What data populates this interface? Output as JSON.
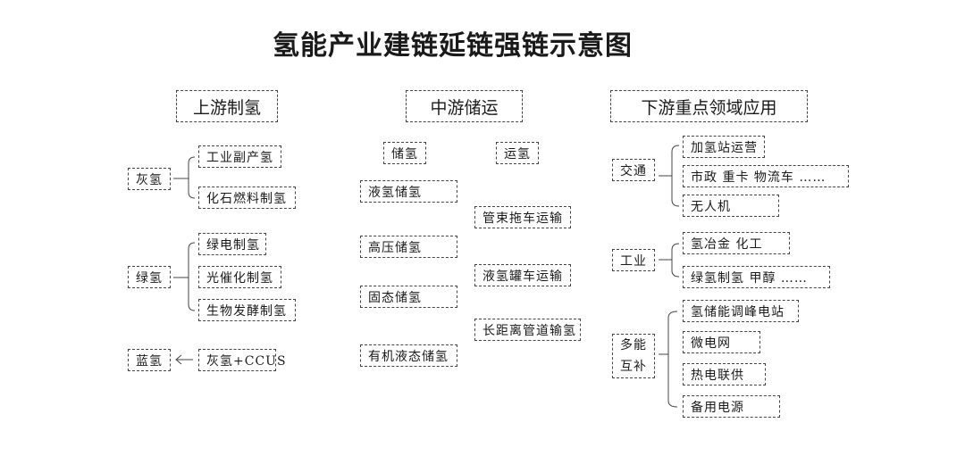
{
  "title": "氢能产业建链延链强链示意图",
  "upstream": {
    "header": "上游制氢",
    "gray": {
      "label": "灰氢",
      "items": [
        "工业副产氢",
        "化石燃料制氢"
      ]
    },
    "green": {
      "label": "绿氢",
      "items": [
        "绿电制氢",
        "光催化制氢",
        "生物发酵制氢"
      ]
    },
    "blue": {
      "label": "蓝氢",
      "source": "灰氢+CCUS"
    }
  },
  "midstream": {
    "header": "中游储运",
    "storage": {
      "label": "储氢",
      "items": [
        "液氢储氢",
        "高压储氢",
        "固态储氢",
        "有机液态储氢"
      ]
    },
    "transport": {
      "label": "运氢",
      "items": [
        "管束拖车运输",
        "液氢罐车运输",
        "长距离管道输氢"
      ]
    }
  },
  "downstream": {
    "header": "下游重点领域应用",
    "traffic": {
      "label": "交通",
      "items": [
        "加氢站运营",
        "市政 重卡 物流车 ……",
        "无人机"
      ]
    },
    "industry": {
      "label": "工业",
      "items": [
        "氢冶金 化工",
        "绿氢制氢 甲醇 ……"
      ]
    },
    "multi": {
      "label_line1": "多能",
      "label_line2": "互补",
      "items": [
        "氢储能调峰电站",
        "微电网",
        "热电联供",
        "备用电源"
      ]
    }
  }
}
